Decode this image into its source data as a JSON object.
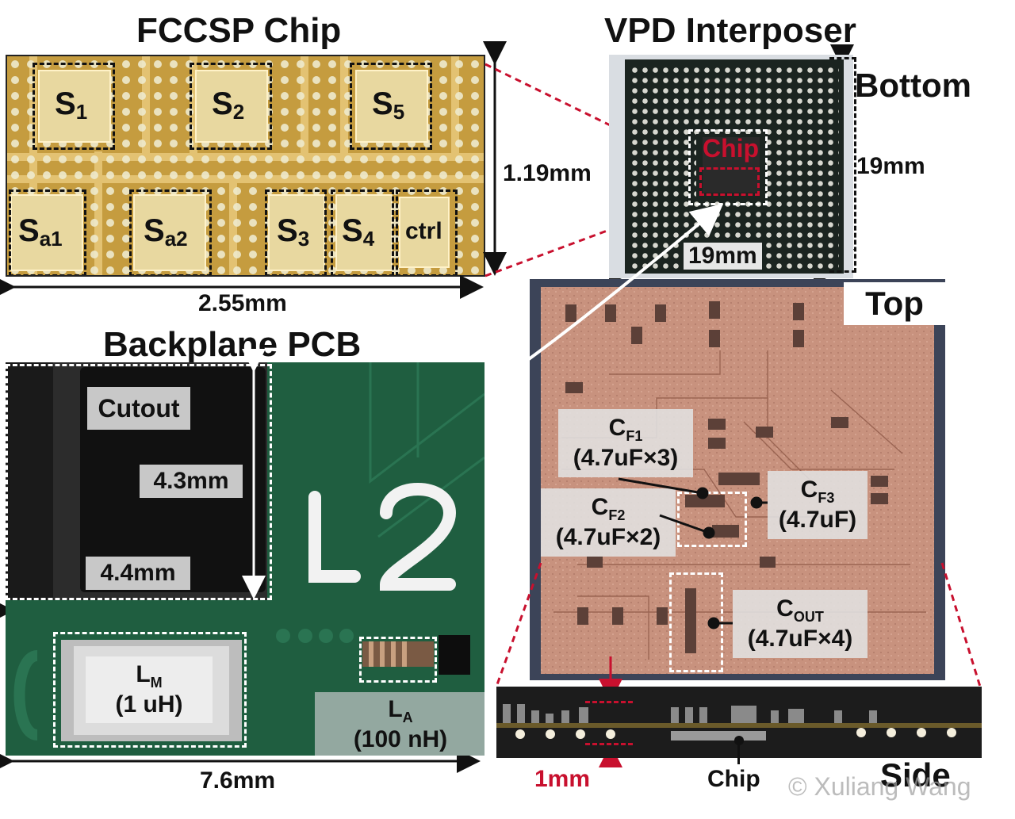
{
  "titles": {
    "fccsp": "FCCSP Chip",
    "vpd": "VPD Interposer",
    "backplane": "Backplane PCB"
  },
  "fccsp": {
    "switches": [
      {
        "main": "S",
        "sub": "1"
      },
      {
        "main": "S",
        "sub": "2"
      },
      {
        "main": "S",
        "sub": "5"
      },
      {
        "main": "S",
        "sub": "a1"
      },
      {
        "main": "S",
        "sub": "a2"
      },
      {
        "main": "S",
        "sub": "3"
      },
      {
        "main": "S",
        "sub": "4"
      }
    ],
    "ctrl_label": "ctrl",
    "height_dim": "1.19mm",
    "width_dim": "2.55mm"
  },
  "vpd": {
    "bottom_label": "Bottom",
    "chip_label": "Chip",
    "height_dim": "19mm",
    "width_dim": "19mm",
    "top_label": "Top",
    "side_label": "Side",
    "side_chip_label": "Chip",
    "side_thickness": "1mm"
  },
  "caps": {
    "cf1": {
      "main": "C",
      "sub": "F1",
      "value": "(4.7uF×3)"
    },
    "cf2": {
      "main": "C",
      "sub": "F2",
      "value": "(4.7uF×2)"
    },
    "cf3": {
      "main": "C",
      "sub": "F3",
      "value": "(4.7uF)"
    },
    "cout": {
      "main": "C",
      "sub": "OUT",
      "value": "(4.7uF×4)"
    }
  },
  "pcb": {
    "cutout_label": "Cutout",
    "cutout_height": "4.3mm",
    "cutout_width": "4.4mm",
    "silk_label": "L2",
    "lm": {
      "main": "L",
      "sub": "M",
      "value": "(1 uH)"
    },
    "la": {
      "main": "L",
      "sub": "A",
      "value": "(100 nH)"
    },
    "width_dim": "7.6mm"
  },
  "watermark": "© Xuliang Wang",
  "colors": {
    "fccsp_bg": "#c9a54a",
    "pcb_green": "#1f5e40",
    "interposer_copper": "#c8927e",
    "accent_red": "#c8102e"
  }
}
